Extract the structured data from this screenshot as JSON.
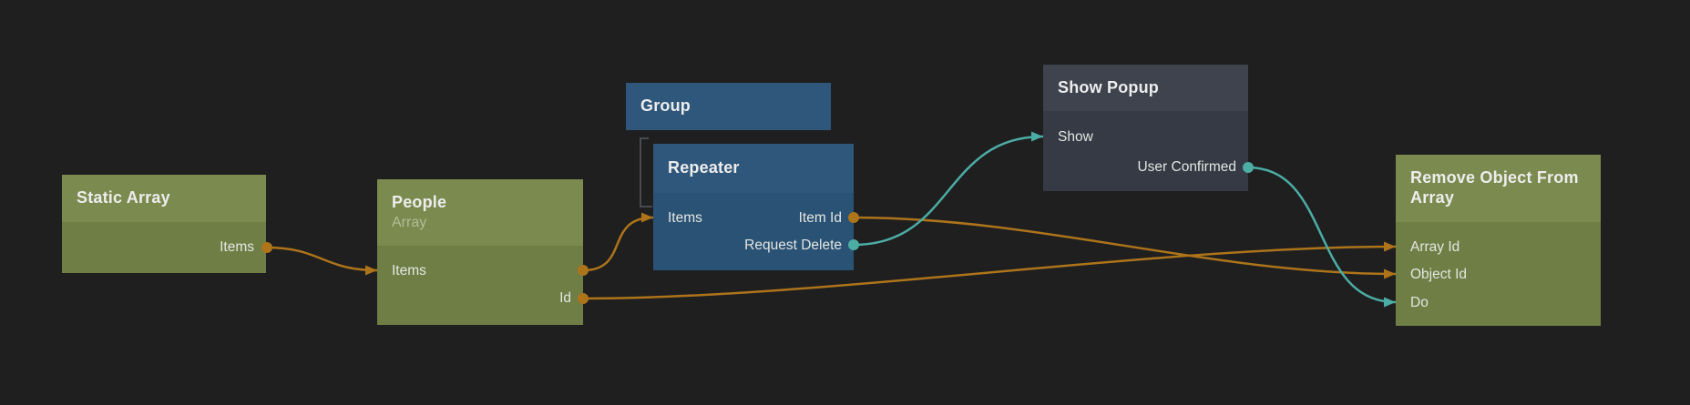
{
  "palette": {
    "bg": "#1f1f20",
    "green-hdr": "#7b8a4e",
    "green-bdy": "#6f7e45",
    "blue-hdr": "#2f577b",
    "blue-bdy": "#2a5274",
    "dark-hdr": "#3e434e",
    "dark-bdy": "#353a44",
    "orange": "#ad741a",
    "teal": "#4cada4",
    "child-line": "#56585d",
    "title": "#ededed",
    "label": "#e4e6e2"
  },
  "nodes": {
    "static_array": {
      "title": "Static Array",
      "rows": [
        {
          "out": "Items"
        }
      ]
    },
    "people": {
      "title": "People",
      "subtitle": "Array",
      "rows": [
        {
          "in": "Items"
        },
        {
          "out": "Id"
        }
      ]
    },
    "group": {
      "title": "Group"
    },
    "repeater": {
      "title": "Repeater",
      "rows": [
        {
          "in": "Items",
          "out": "Item Id"
        },
        {
          "out": "Request Delete"
        }
      ]
    },
    "show_popup": {
      "title": "Show Popup",
      "rows": [
        {
          "in": "Show"
        },
        {
          "out": "User Confirmed"
        }
      ]
    },
    "remove_object": {
      "title": "Remove Object From Array",
      "rows": [
        {
          "in": "Array Id"
        },
        {
          "in": "Object Id"
        },
        {
          "in": "Do"
        }
      ]
    }
  },
  "connections": [
    {
      "from": "Static Array.Items",
      "to": "People.Items",
      "color": "orange"
    },
    {
      "from": "People.Items",
      "to": "Repeater.Items",
      "color": "orange"
    },
    {
      "from": "People.Id",
      "to": "Remove Object From Array.Array Id",
      "color": "orange"
    },
    {
      "from": "Repeater.Item Id",
      "to": "Remove Object From Array.Object Id",
      "color": "orange"
    },
    {
      "from": "Repeater.Request Delete",
      "to": "Show Popup.Show",
      "color": "teal"
    },
    {
      "from": "Show Popup.User Confirmed",
      "to": "Remove Object From Array.Do",
      "color": "teal"
    },
    {
      "from": "Group",
      "to": "Repeater",
      "type": "child",
      "color": "gray"
    }
  ]
}
